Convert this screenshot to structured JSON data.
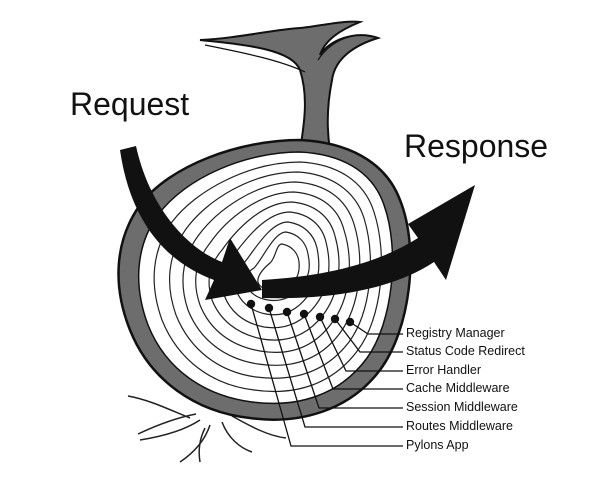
{
  "request_label": "Request",
  "response_label": "Response",
  "layers": [
    "Registry Manager",
    "Status Code Redirect",
    "Error Handler",
    "Cache Middleware",
    "Session Middleware",
    "Routes Middleware",
    "Pylons App"
  ]
}
